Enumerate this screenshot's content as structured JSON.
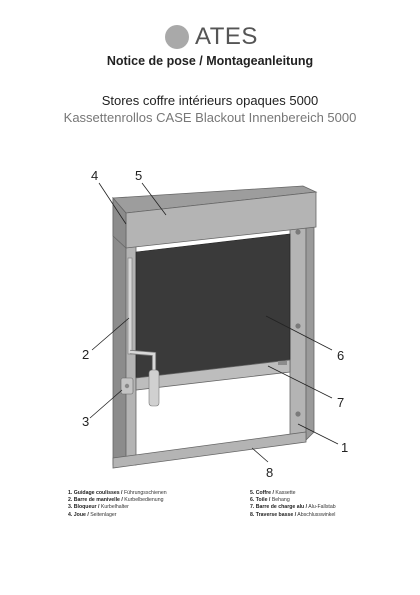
{
  "logo": {
    "text": "ATES"
  },
  "header": {
    "subtitle": "Notice de pose / Montageanleitung",
    "title_fr": "Stores coffre intérieurs opaques 5000",
    "title_de": "Kassettenrollos CASE Blackout Innenbereich 5000"
  },
  "callouts": [
    "1",
    "2",
    "3",
    "4",
    "5",
    "6",
    "7",
    "8"
  ],
  "legend": {
    "left": [
      {
        "fr": "1. Guidage coulisses /",
        "de": " Führungsschienen"
      },
      {
        "fr": "2. Barre de manivelle /",
        "de": " Kurbelbedienung"
      },
      {
        "fr": "3. Bloqueur /",
        "de": " Kurbelhalter"
      },
      {
        "fr": "4. Joue /",
        "de": " Seitenlager"
      }
    ],
    "right": [
      {
        "fr": "5. Coffre /",
        "de": " Kassette"
      },
      {
        "fr": "6. Toile /",
        "de": " Behang"
      },
      {
        "fr": "7. Barre de charge alu /",
        "de": " Alu-Fallstab"
      },
      {
        "fr": "8. Traverse basse /",
        "de": " Abschlusswinkel"
      }
    ]
  },
  "colors": {
    "frame": "#b4b4b4",
    "frame_dark": "#8c8c8c",
    "fabric": "#3a3a3a",
    "logo_dot": "#a9a9a9"
  }
}
